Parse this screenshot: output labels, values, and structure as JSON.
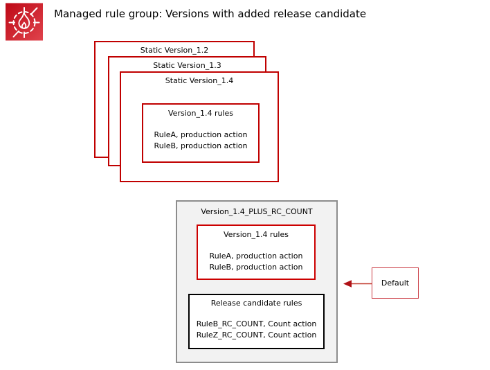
{
  "header": {
    "title": "Managed rule group: Versions with added release candidate",
    "icon": "aws-waf-icon"
  },
  "version_stack": {
    "boxes": [
      {
        "label": "Static Version_1.2"
      },
      {
        "label": "Static Version_1.3"
      },
      {
        "label": "Static Version_1.4"
      }
    ],
    "rules_box": {
      "title": "Version_1.4 rules",
      "rules": [
        "RuleA, production action",
        "RuleB, production action"
      ]
    }
  },
  "rc_container": {
    "title": "Version_1.4_PLUS_RC_COUNT",
    "version_rules_box": {
      "title": "Version_1.4 rules",
      "rules": [
        "RuleA, production action",
        "RuleB, production action"
      ]
    },
    "release_candidate_box": {
      "title": "Release candidate rules",
      "rules": [
        "RuleB_RC_COUNT, Count action",
        "RuleZ_RC_COUNT, Count action"
      ]
    }
  },
  "default_marker": {
    "label": "Default"
  },
  "colors": {
    "box_border_red": "#c00000",
    "inner_box_red": "#cc0000",
    "black_border": "#000000",
    "gray_container_fill": "#f2f2f2",
    "gray_container_border": "#8c8c8c",
    "icon_red_dark": "#bd0816",
    "icon_red_light": "#e0434c",
    "arrow_red": "#c00000",
    "text": "#000000",
    "background": "#ffffff"
  }
}
